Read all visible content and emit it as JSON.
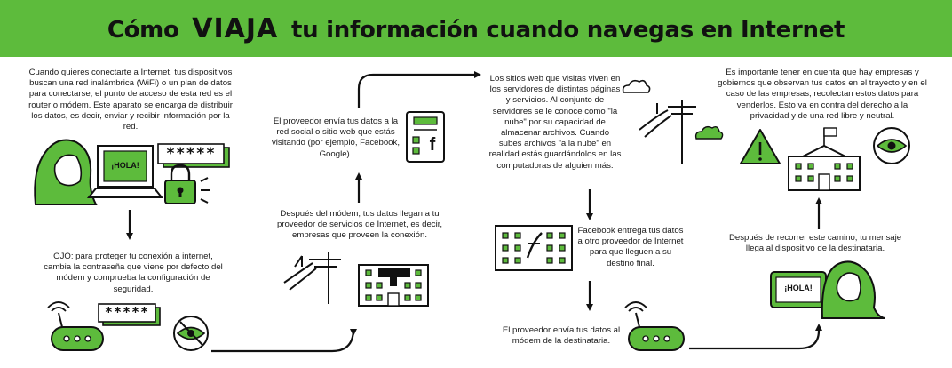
{
  "title": {
    "pre": "Cómo",
    "emphasis": "VIAJA",
    "post": "tu información cuando navegas en Internet"
  },
  "steps": {
    "wifi_intro": "Cuando quieres conectarte a Internet, tus dispositivos buscan una red inalámbrica (WiFi) o un plan de datos para conectarse, el punto de acceso de esta red es el router o módem. Este aparato se encarga de distribuir los datos, es decir, enviar y recibir información por la red.",
    "router_tip": "OJO: para proteger tu conexión a internet, cambia la contraseña que viene por defecto del módem y comprueba la configuración de seguridad.",
    "provider": "Después del módem, tus datos llegan a tu proveedor de servicios de Internet, es decir, empresas que proveen la conexión.",
    "social_network": "El proveedor envía tus datos a la red social o sitio web que estás visitando (por ejemplo, Facebook, Google).",
    "cloud": "Los sitios web que visitas viven en los servidores de distintas páginas y servicios. Al conjunto de servidores se le conoce como \"la nube\" por su capacidad de almacenar archivos. Cuando subes archivos \"a la nube\" en realidad estás guardándolos en las computadoras de alguien más.",
    "facebook_handoff": "Facebook entrega tus datos a otro proveedor de Internet para que lleguen a su destino final.",
    "destination_modem": "El proveedor envía tus datos al módem de la destinataria.",
    "arrival": "Después de recorrer este camino, tu mensaje llega al dispositivo de la destinataria.",
    "privacy_warning": "Es importante tener en cuenta que hay empresas y gobiernos que observan tus datos en el trayecto y en el caso de las empresas, recolectan estos datos para venderlos. Esto va en contra del derecho a la privacidad y de una red libre y neutral."
  },
  "screen_labels": {
    "laptop_message": "¡HOLA!",
    "tablet_message": "¡HOLA!",
    "password_top": "*****",
    "password_router": "*****",
    "social_letter": "f"
  },
  "colors": {
    "accent": "#5dbb3c",
    "ink": "#111111",
    "background": "#ffffff"
  },
  "icons": [
    "woman-silhouette-icon",
    "laptop-icon",
    "password-field-icon",
    "padlock-icon",
    "router-icon",
    "eye-slash-icon",
    "power-pole-icon",
    "office-building-icon",
    "website-icon",
    "cloud-icon",
    "server-building-icon",
    "warning-icon",
    "government-building-icon",
    "eye-icon",
    "tablet-icon"
  ]
}
